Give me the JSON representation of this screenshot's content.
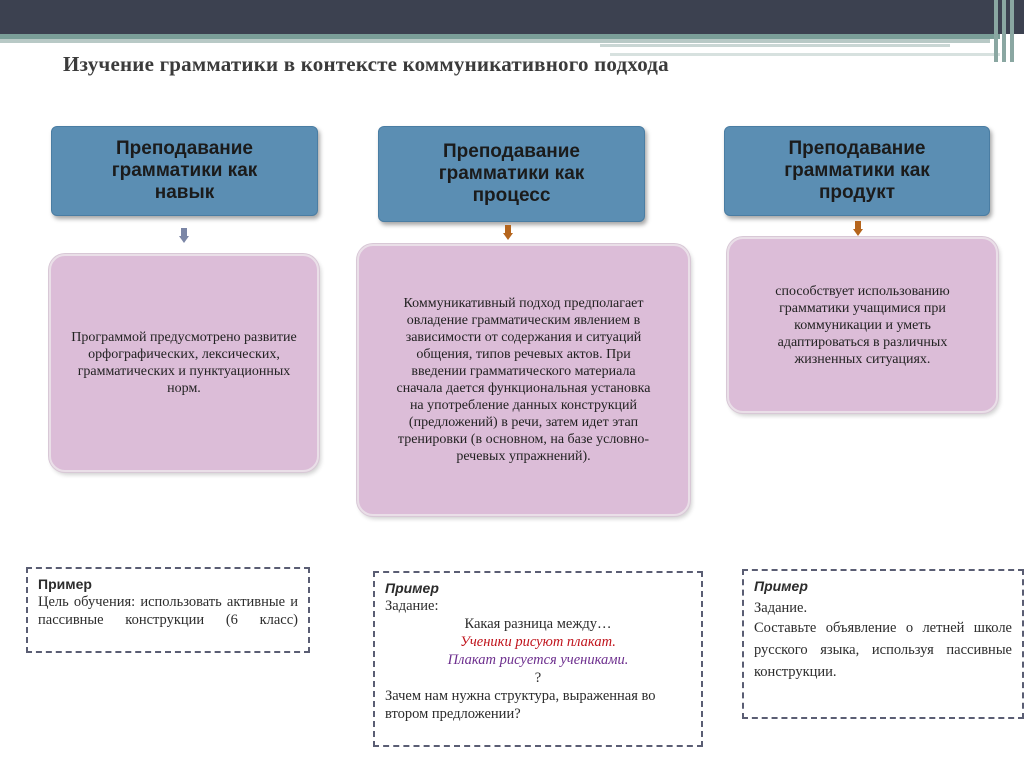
{
  "title": "Изучение грамматики в контексте коммуникативного подхода",
  "columns": [
    {
      "header": "Преподавание\nграмматики как\nнавык",
      "body": "Программой предусмотрено развитие\nорфографических, лексических,\nграмматических и пунктуационных\nнорм."
    },
    {
      "header": "Преподавание\nграмматики как\nпроцесс",
      "body": "Коммуникативный подход предполагает\nовладение грамматическим явлением в\nзависимости от содержания и ситуаций\nобщения, типов речевых актов. При\nвведении грамматического материала\nсначала дается функциональная установка\nна употребление данных конструкций\n(предложений) в речи, затем идет этап\nтренировки (в основном, на базе условно-\nречевых упражнений)."
    },
    {
      "header": "Преподавание\nграмматики как\nпродукт",
      "body": "способствует использованию\nграмматики учащимися при\nкоммуникации  и уметь\nадаптироваться в различных\nжизненных ситуациях."
    }
  ],
  "examples": {
    "left": {
      "title": "Пример",
      "text": "Цель обучения: использовать активные и пассивные конструкции (6 класс)"
    },
    "middle": {
      "title": "Пример",
      "task_label": "Задание:",
      "question": "Какая разница между…",
      "sentence1": "Ученики рисуют плакат.",
      "sentence2": "Плакат рисуется учениками.",
      "qmark": "?",
      "followup": "Зачем нам нужна структура, выраженная во втором предложении?"
    },
    "right": {
      "title": "Пример",
      "task_label": "Задание.",
      "text": "Составьте объявление о летней школе русского языка, используя пассивные конструкции."
    }
  },
  "colors": {
    "header_fill": "#5b8eb3",
    "body_fill": "#dcbdd8",
    "arrow_left": "#7b86a6",
    "arrow_other": "#b5651d",
    "topbar": "#3c4150"
  }
}
